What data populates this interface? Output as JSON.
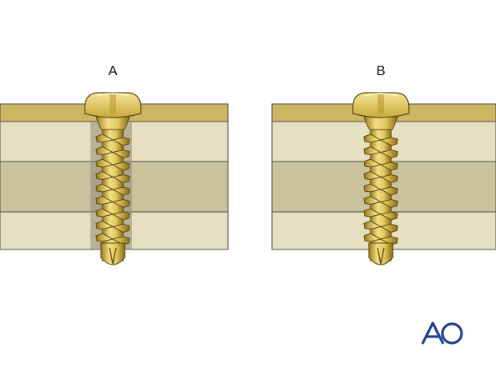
{
  "panels": [
    {
      "label": "A",
      "hole": "drilled",
      "screw_head": "raised"
    },
    {
      "label": "B",
      "hole": "none",
      "screw_head": "raised"
    }
  ],
  "logo": {
    "text": "AO",
    "color": "#1f3f93"
  },
  "colors": {
    "cortex_top": "#cbb663",
    "layer_light": "#e6dfc1",
    "layer_mid": "#c9c29c",
    "outline": "#4b4b4b",
    "screw_light": "#f2df87",
    "screw_mid": "#d9bd4e",
    "screw_dark": "#8a6b12",
    "hole_fill": "#8f8b7a"
  },
  "icons": [
    "screw-icon",
    "bone-layers-icon",
    "ao-logo-icon"
  ]
}
